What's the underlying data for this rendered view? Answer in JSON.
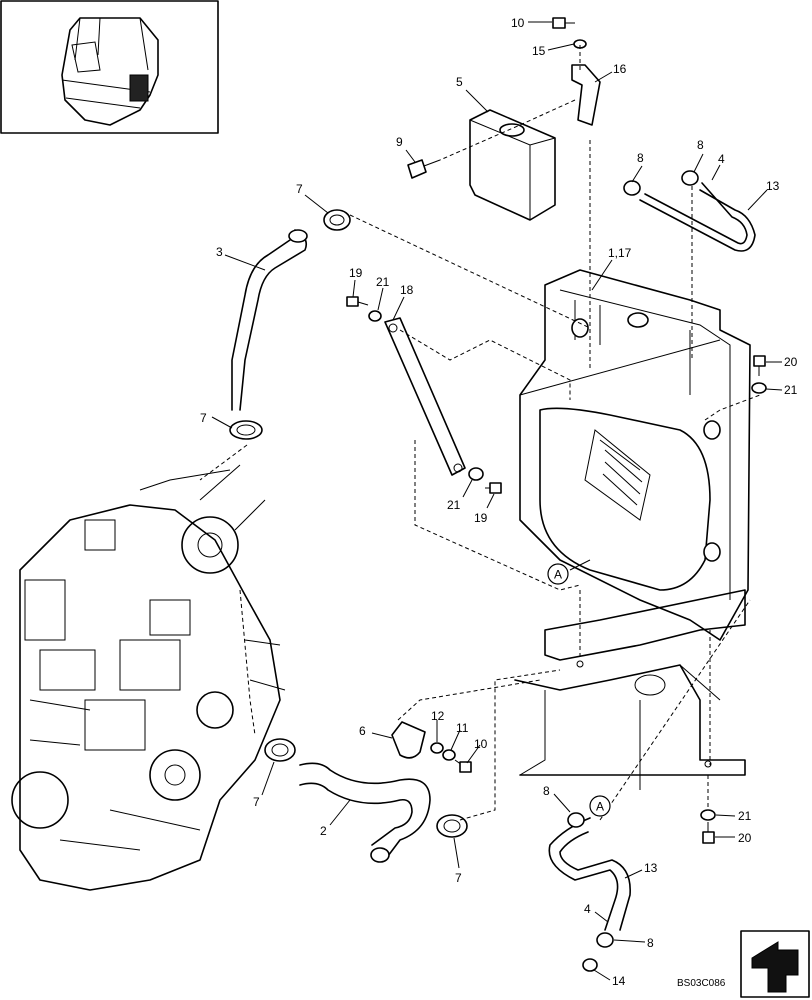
{
  "drawing_code": "BS03C086",
  "ref_marker": "A",
  "callouts": {
    "c10_top": "10",
    "c15": "15",
    "c16": "16",
    "c5": "5",
    "c9": "9",
    "c8_a": "8",
    "c8_b": "8",
    "c4_top": "4",
    "c13_top": "13",
    "c7_top": "7",
    "c3": "3",
    "c1_17": "1,17",
    "c19_top": "19",
    "c21_top": "21",
    "c18": "18",
    "c20_right": "20",
    "c21_right": "21",
    "c7_mid": "7",
    "c21_mid": "21",
    "c19_mid": "19",
    "c6": "6",
    "c12": "12",
    "c11": "11",
    "c10_low": "10",
    "c7_low_left": "7",
    "c2": "2",
    "c7_low_right": "7",
    "c8_low": "8",
    "c21_low": "21",
    "c20_low": "20",
    "c13_low": "13",
    "c4_low": "4",
    "c8_low2": "8",
    "c14": "14"
  },
  "colors": {
    "ink": "#000000",
    "paper": "#ffffff"
  },
  "icons": [
    "excavator-thumbnail-icon",
    "direction-arrow-icon"
  ]
}
